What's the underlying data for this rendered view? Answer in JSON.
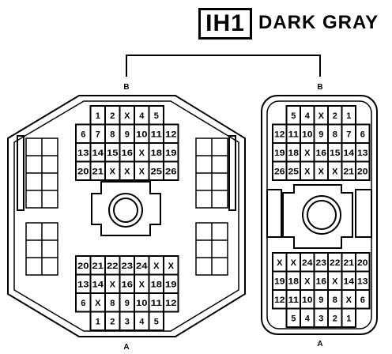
{
  "header": {
    "code": "IH1",
    "color": "DARK GRAY"
  },
  "connector_labels": {
    "left_top": "B",
    "right_top": "B",
    "left_bottom": "A",
    "right_bottom": "A"
  },
  "left_connector": {
    "top_grid": [
      [
        "",
        "1",
        "2",
        "X",
        "4",
        "5",
        ""
      ],
      [
        "6",
        "7",
        "8",
        "9",
        "10",
        "11",
        "12"
      ],
      [
        "13",
        "14",
        "15",
        "16",
        "X",
        "18",
        "19"
      ],
      [
        "20",
        "21",
        "X",
        "X",
        "X",
        "25",
        "26"
      ]
    ],
    "bottom_grid": [
      [
        "20",
        "21",
        "22",
        "23",
        "24",
        "X",
        "X"
      ],
      [
        "13",
        "14",
        "X",
        "16",
        "X",
        "18",
        "19"
      ],
      [
        "6",
        "X",
        "8",
        "9",
        "10",
        "11",
        "12"
      ],
      [
        "",
        "1",
        "2",
        "3",
        "4",
        "5",
        ""
      ]
    ]
  },
  "right_connector": {
    "top_grid": [
      [
        "",
        "5",
        "4",
        "X",
        "2",
        "1",
        ""
      ],
      [
        "12",
        "11",
        "10",
        "9",
        "8",
        "7",
        "6"
      ],
      [
        "19",
        "18",
        "X",
        "16",
        "15",
        "14",
        "13"
      ],
      [
        "26",
        "25",
        "X",
        "X",
        "X",
        "21",
        "20"
      ]
    ],
    "bottom_grid": [
      [
        "X",
        "X",
        "24",
        "23",
        "22",
        "21",
        "20"
      ],
      [
        "19",
        "18",
        "X",
        "16",
        "X",
        "14",
        "13"
      ],
      [
        "12",
        "11",
        "10",
        "9",
        "8",
        "X",
        "6"
      ],
      [
        "",
        "5",
        "4",
        "3",
        "2",
        "1",
        ""
      ]
    ]
  }
}
